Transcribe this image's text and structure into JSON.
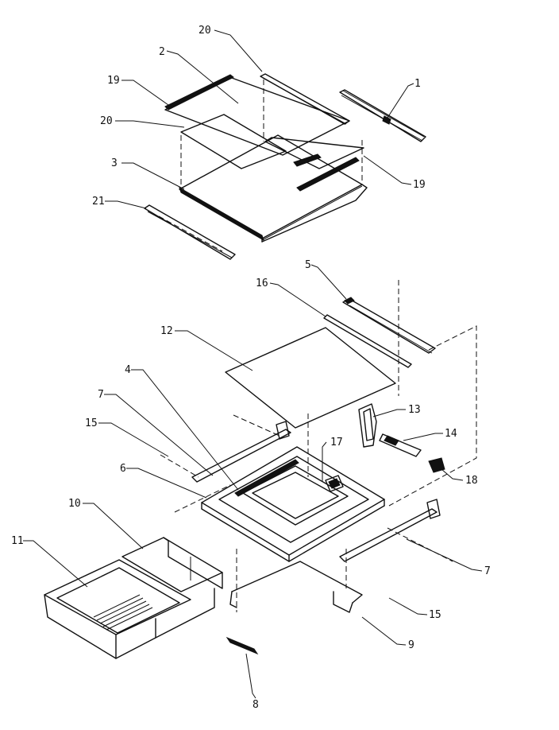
{
  "callouts": {
    "c1": "1",
    "c2": "2",
    "c3": "3",
    "c4": "4",
    "c5": "5",
    "c6": "6",
    "c7a": "7",
    "c7b": "7",
    "c8": "8",
    "c9": "9",
    "c10": "10",
    "c11": "11",
    "c12": "12",
    "c13": "13",
    "c14": "14",
    "c15a": "15",
    "c15b": "15",
    "c16": "16",
    "c17": "17",
    "c18": "18",
    "c19a": "19",
    "c19b": "19",
    "c20a": "20",
    "c20b": "20",
    "c21": "21"
  }
}
